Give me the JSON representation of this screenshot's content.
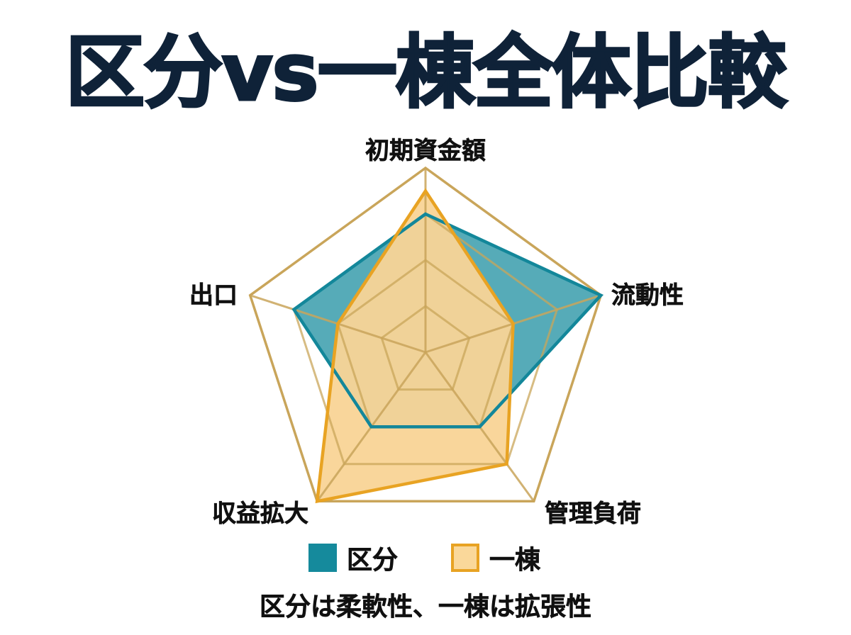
{
  "title": "区分vs一棟全体比較",
  "subtitle": "区分は柔軟性、一棟は拡張性",
  "legend": {
    "series_a": "区分",
    "series_b": "一棟"
  },
  "axes": {
    "top": "初期資金額",
    "right": "流動性",
    "bottom_right": "管理負荷",
    "bottom_left": "収益拡大",
    "left": "出口"
  },
  "colors": {
    "title": "#0F2238",
    "series_a_fill": "#158A9C",
    "series_a_stroke": "#13879A",
    "series_b_fill": "#F9D496",
    "series_b_stroke": "#E8A323",
    "grid": "#C9A55A"
  },
  "chart_data": {
    "type": "radar",
    "title": "区分vs一棟全体比較",
    "subtitle": "区分は柔軟性、一棟は拡張性",
    "categories": [
      "初期資金額",
      "流動性",
      "管理負荷",
      "収益拡大",
      "出口"
    ],
    "series": [
      {
        "name": "区分",
        "values": [
          3,
          4,
          2,
          2,
          3
        ]
      },
      {
        "name": "一棟",
        "values": [
          3.5,
          2,
          3,
          4,
          2
        ]
      }
    ],
    "rmax": 4,
    "grid_levels": 4,
    "grid": true,
    "legend_position": "bottom"
  }
}
